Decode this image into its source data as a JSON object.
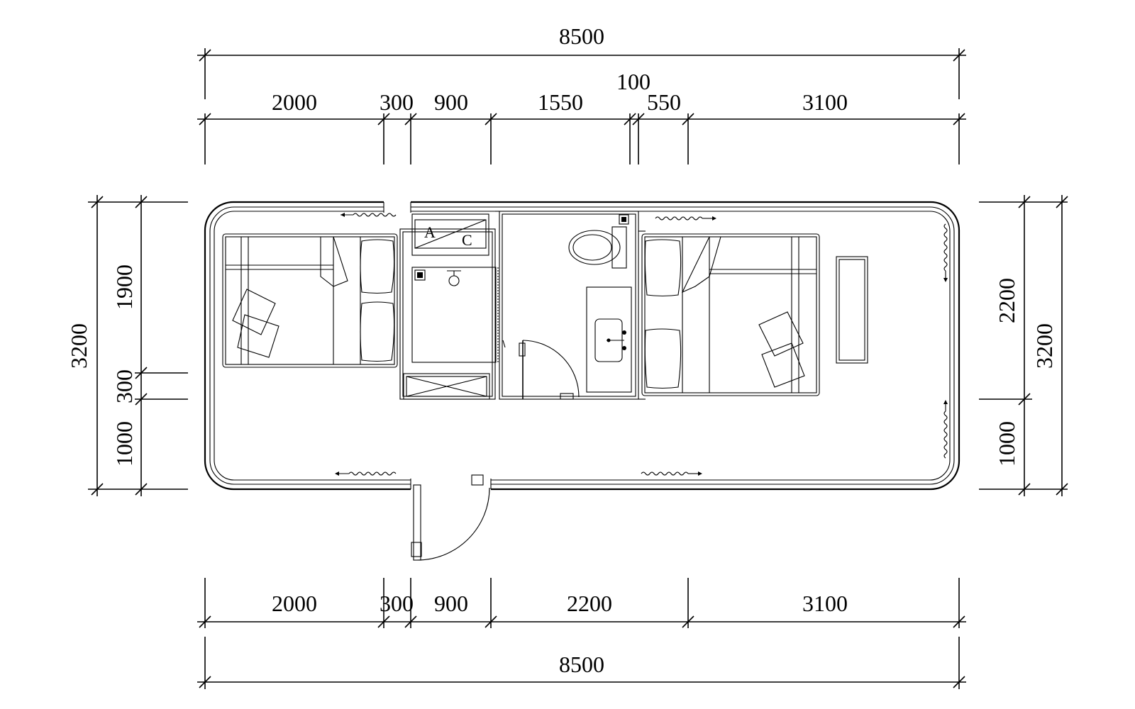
{
  "drawing": {
    "dimensions": {
      "top_overall": "8500",
      "top_segments": [
        "2000",
        "300",
        "900",
        "1550",
        "100",
        "550",
        "3100"
      ],
      "bottom_segments": [
        "2000",
        "300",
        "900",
        "2200",
        "3100"
      ],
      "bottom_overall": "8500",
      "left_overall": "3200",
      "left_segments": [
        "1900",
        "300",
        "1000"
      ],
      "right_segments": [
        "2200",
        "1000"
      ],
      "right_overall": "3200"
    },
    "labels": {
      "ac_a": "A",
      "ac_c": "C"
    }
  }
}
